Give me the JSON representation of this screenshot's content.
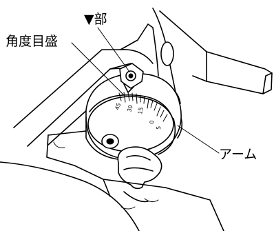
{
  "labels": {
    "mark": "▼部",
    "angle_scale": "角度目盛",
    "arm": "アーム"
  },
  "scale_numbers": [
    "45",
    "30",
    "15",
    "0",
    "5"
  ]
}
